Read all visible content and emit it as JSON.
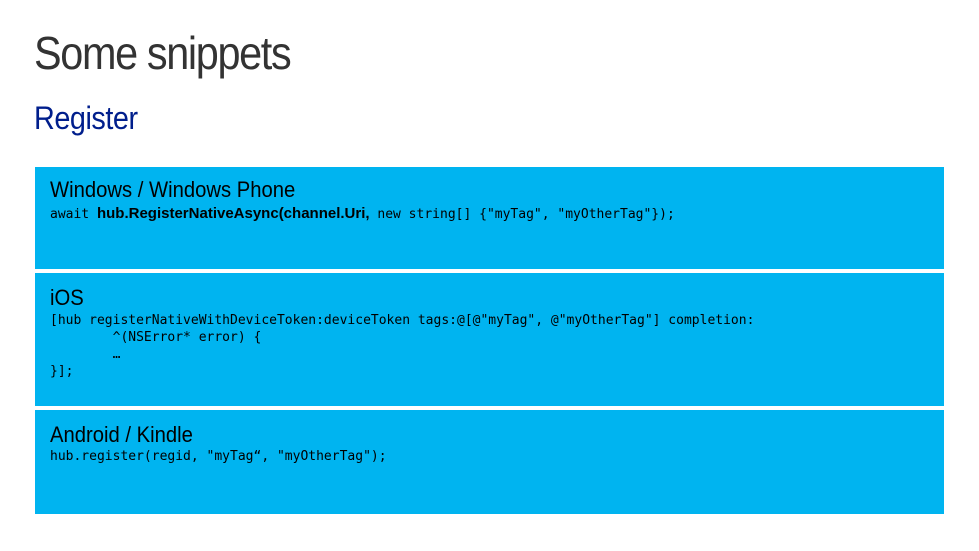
{
  "slide": {
    "title": "Some snippets",
    "subtitle": "Register"
  },
  "sections": [
    {
      "heading": "Windows / Windows Phone",
      "code_prefix": "await ",
      "code_bold": "hub.RegisterNativeAsync(channel.Uri,",
      "code_suffix": " new string[] {\"myTag\", \"myOtherTag\"});"
    },
    {
      "heading": "iOS",
      "code": "[hub registerNativeWithDeviceToken:deviceToken tags:@[@\"myTag\", @\"myOtherTag\"] completion:\n        ^(NSError* error) {\n        …\n}];"
    },
    {
      "heading": "Android / Kindle",
      "code": "hub.register(regid, \"myTag“, \"myOtherTag\");"
    }
  ],
  "colors": {
    "panel": "#00b4f0",
    "title": "#333333",
    "subtitle": "#001e8c"
  }
}
